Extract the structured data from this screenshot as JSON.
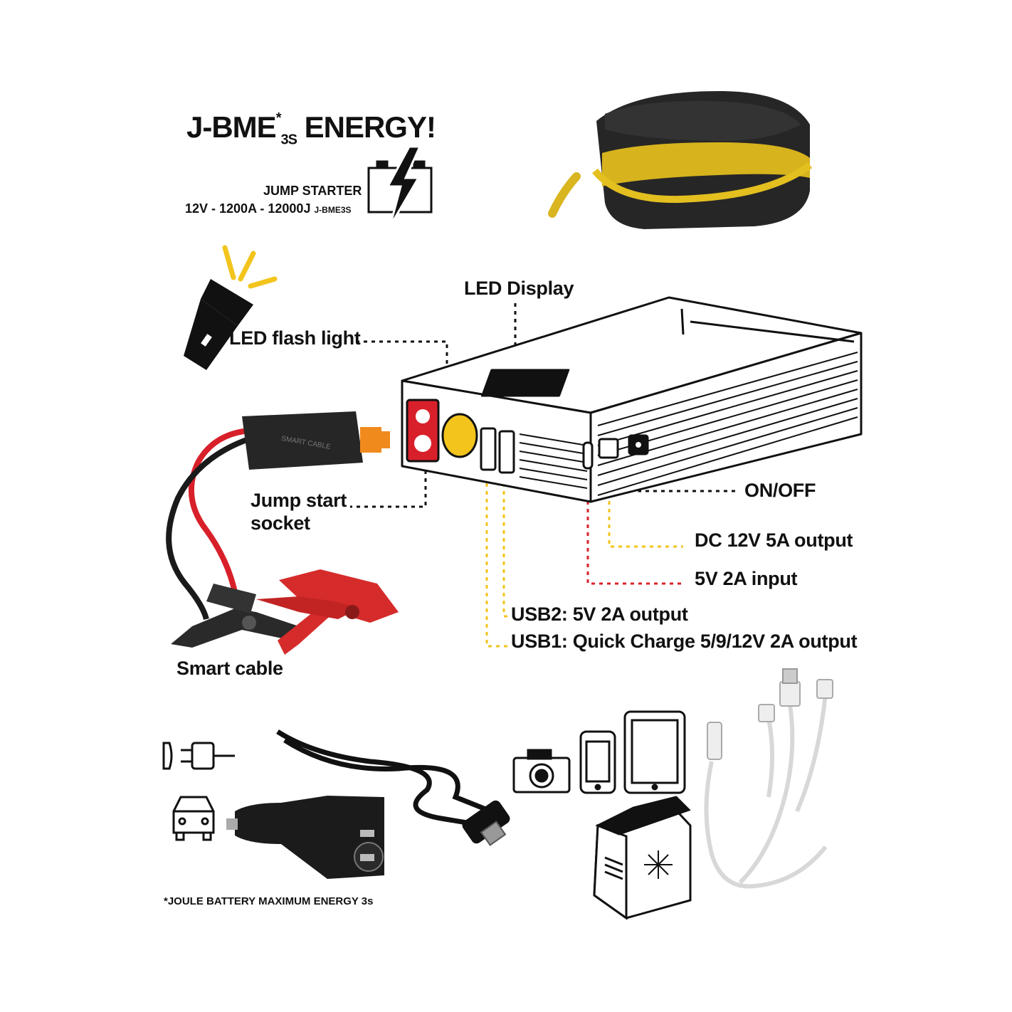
{
  "title": {
    "main": "J-BME",
    "sup": "*",
    "sub": "3S",
    "suffix": " ENERGY!"
  },
  "jump_starter": {
    "line1": "JUMP STARTER",
    "line2": "12V - 1200A  - 12000J",
    "line2_suffix": "J-BME3S"
  },
  "labels": {
    "led_display": "LED Display",
    "led_flash_light": "LED flash light",
    "jump_start_line1": "Jump start",
    "jump_start_line2": "socket",
    "on_off": "ON/OFF",
    "dc_output": "DC 12V 5A output",
    "input_5v": "5V 2A input",
    "usb2": "USB2: 5V 2A output",
    "usb1": "USB1: Quick Charge 5/9/12V 2A output",
    "smart_cable": "Smart cable"
  },
  "cable_box_text": "SMART CABLE",
  "footnote": "*JOULE BATTERY MAXIMUM ENERGY 3s",
  "colors": {
    "yellow": "#f2c41c",
    "red": "#d8202a",
    "case_black": "#1e1e1e",
    "clamp_red": "#d62b2b",
    "ink": "#111111"
  },
  "icons": [
    "battery-bolt-icon",
    "flashlight-icon",
    "wall-plug-icon",
    "car-icon",
    "camera-icon",
    "phone-icon",
    "tablet-icon",
    "cooler-box-icon"
  ]
}
